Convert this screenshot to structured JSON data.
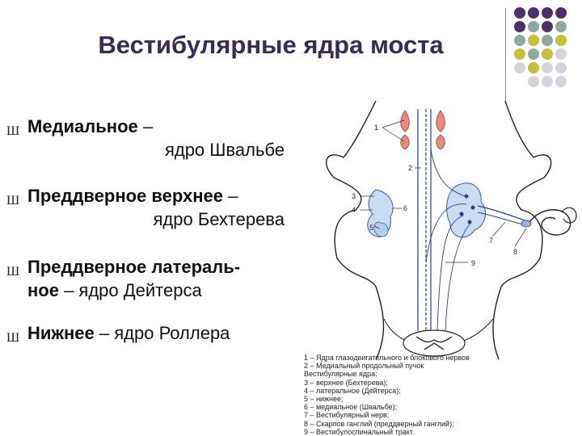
{
  "slide": {
    "title": "Вестибулярные ядра моста",
    "bullet_marker": "Ш",
    "bullets": [
      {
        "bold": "Медиальное",
        "rest": " –",
        "line2": "ядро Швальбе"
      },
      {
        "bold": "Преддверное верхнее",
        "rest": " –",
        "line2": "ядро Бехтерева"
      },
      {
        "bold": "Преддверное латераль-",
        "line2_bold": "ное",
        "line2": " – ядро Дейтерса"
      },
      {
        "bold": "Нижнее",
        "rest": " – ядро Роллера"
      }
    ]
  },
  "diagram": {
    "labels": [
      "1",
      "2",
      "3",
      "4",
      "5",
      "6",
      "7",
      "8",
      "9"
    ]
  },
  "legend": [
    "1 – Ядра глазодвигательного и блокового нервов",
    "2 – Медиальный продольный пучок",
    "Вестибулярные ядра:",
    "3 – верхнее (Бехтерева);",
    "4 – латеральное (Дейтерса);",
    "5 – нижнее;",
    "6 – медиальное (Швальбе);",
    "7 – Вестибулярный нерв;",
    "8 – Скарпов ганглий (преддверный ганглий);",
    "9 – Вестибулоспинальный тракт."
  ],
  "colors": {
    "title": "#3a2a5a",
    "dot_purple": "#4e2f6b",
    "dot_teal": "#8fa8a0",
    "dot_olive": "#c2c23a",
    "dot_light": "#d4d4dc",
    "nucleus_fill": "#c9ddf0",
    "nerve_line": "#2a3f8a",
    "eye_nucleus": "#e88a80"
  }
}
